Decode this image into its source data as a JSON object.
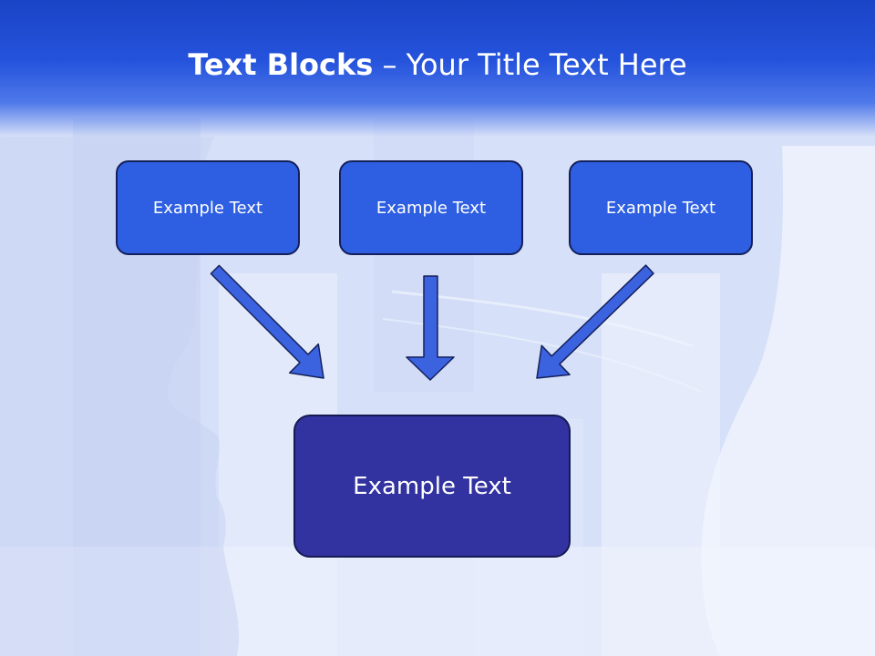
{
  "title": {
    "bold": "Text Blocks",
    "dash": "–",
    "rest": "Your Title Text Here"
  },
  "boxes": {
    "top": [
      "Example Text",
      "Example Text",
      "Example Text"
    ],
    "bottom": "Example Text"
  },
  "colors": {
    "header": "#2553dc",
    "top_box_fill": "#2e5fe2",
    "bottom_box_fill": "#3232a0",
    "arrow_fill": "#3b63e0",
    "outline": "#14205a"
  }
}
